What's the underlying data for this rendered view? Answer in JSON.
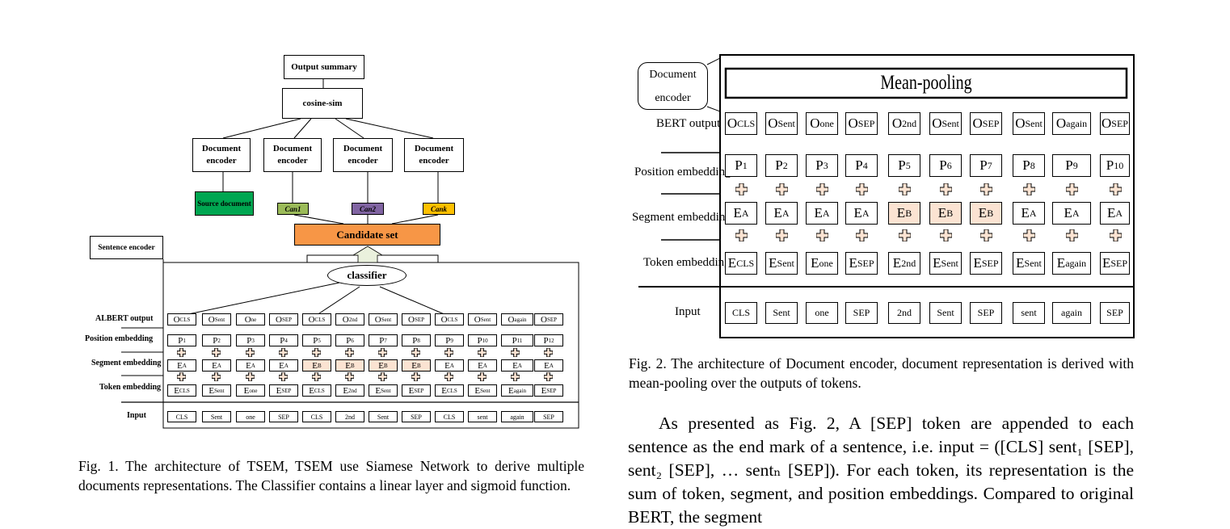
{
  "fig1": {
    "output_summary": "Output summary",
    "cosine_sim": "cosine-sim",
    "doc_encoders": [
      "Document encoder",
      "Document encoder",
      "Document encoder",
      "Document encoder"
    ],
    "source_document": "Source document",
    "candidates": [
      "Can1",
      "Can2",
      "Cank"
    ],
    "candidate_set": "Candidate set",
    "sentence_encoder": "Sentence encoder",
    "classifier": "classifier",
    "row_labels": {
      "albert": "ALBERT output",
      "position": "Position embedding",
      "segment": "Segment embedding",
      "token": "Token embedding",
      "input": "Input"
    },
    "albert_outputs": [
      "OCLS",
      "OSent",
      "One",
      "OSEP",
      "OCLS",
      "O2nd",
      "OSent",
      "OSEP",
      "OCLS",
      "OSent",
      "Oagain",
      "OSEP"
    ],
    "positions": [
      "P1",
      "P2",
      "P3",
      "P4",
      "P5",
      "P6",
      "P7",
      "P8",
      "P9",
      "P10",
      "P11",
      "P12"
    ],
    "segments": [
      "EA",
      "EA",
      "EA",
      "EA",
      "EB",
      "EB",
      "EB",
      "EB",
      "EA",
      "EA",
      "EA",
      "EA"
    ],
    "tokens": [
      "ECLS",
      "ESent",
      "Eone",
      "ESEP",
      "ECLS",
      "E2nd",
      "ESent",
      "ESEP",
      "ECLS",
      "ESent",
      "Eagain",
      "ESEP"
    ],
    "inputs": [
      "CLS",
      "Sent",
      "one",
      "SEP",
      "CLS",
      "2nd",
      "Sent",
      "SEP",
      "CLS",
      "sent",
      "again",
      "SEP"
    ],
    "caption": "Fig. 1.   The architecture of TSEM, TSEM use Siamese Network to derive multiple documents representations. The Classifier contains a linear layer and sigmoid function."
  },
  "fig2": {
    "document_encoder": "Document encoder",
    "mean_pooling": "Mean-pooling",
    "row_labels": {
      "bert": "BERT output",
      "position": "Position embedding",
      "segment": "Segment embedding",
      "token": "Token embedding",
      "input": "Input"
    },
    "bert_outputs": [
      "OCLS",
      "OSent",
      "Oone",
      "OSEP",
      "O2nd",
      "OSent",
      "OSEP",
      "OSent",
      "Oagain",
      "OSEP"
    ],
    "positions": [
      "P1",
      "P2",
      "P3",
      "P4",
      "P5",
      "P6",
      "P7",
      "P8",
      "P9",
      "P10"
    ],
    "segments": [
      "EA",
      "EA",
      "EA",
      "EA",
      "EB",
      "EB",
      "EB",
      "EA",
      "EA",
      "EA"
    ],
    "tokens": [
      "ECLS",
      "ESent",
      "Eone",
      "ESEP",
      "E2nd",
      "ESent",
      "ESEP",
      "ESent",
      "Eagain",
      "ESEP"
    ],
    "inputs": [
      "CLS",
      "Sent",
      "one",
      "SEP",
      "2nd",
      "Sent",
      "SEP",
      "sent",
      "again",
      "SEP"
    ],
    "caption": "Fig. 2.   The architecture of Document encoder, document representation is derived with mean-pooling over the outputs of tokens."
  },
  "body_text": "As presented as Fig. 2, A [SEP] token are appended to each sentence as the end mark of a sentence, i.e. input = ([CLS] sent₁ [SEP], sent₂ [SEP], … sentₙ [SEP]). For each token, its representation is the sum of token, segment, and position embeddings. Compared to original BERT, the segment",
  "colors": {
    "candidate_set": "#f79646",
    "source_document": "#00a651",
    "can1": "#9bbb59",
    "can2": "#8064a2",
    "cank": "#ffc000",
    "segment_b": "#fbe3d2"
  }
}
